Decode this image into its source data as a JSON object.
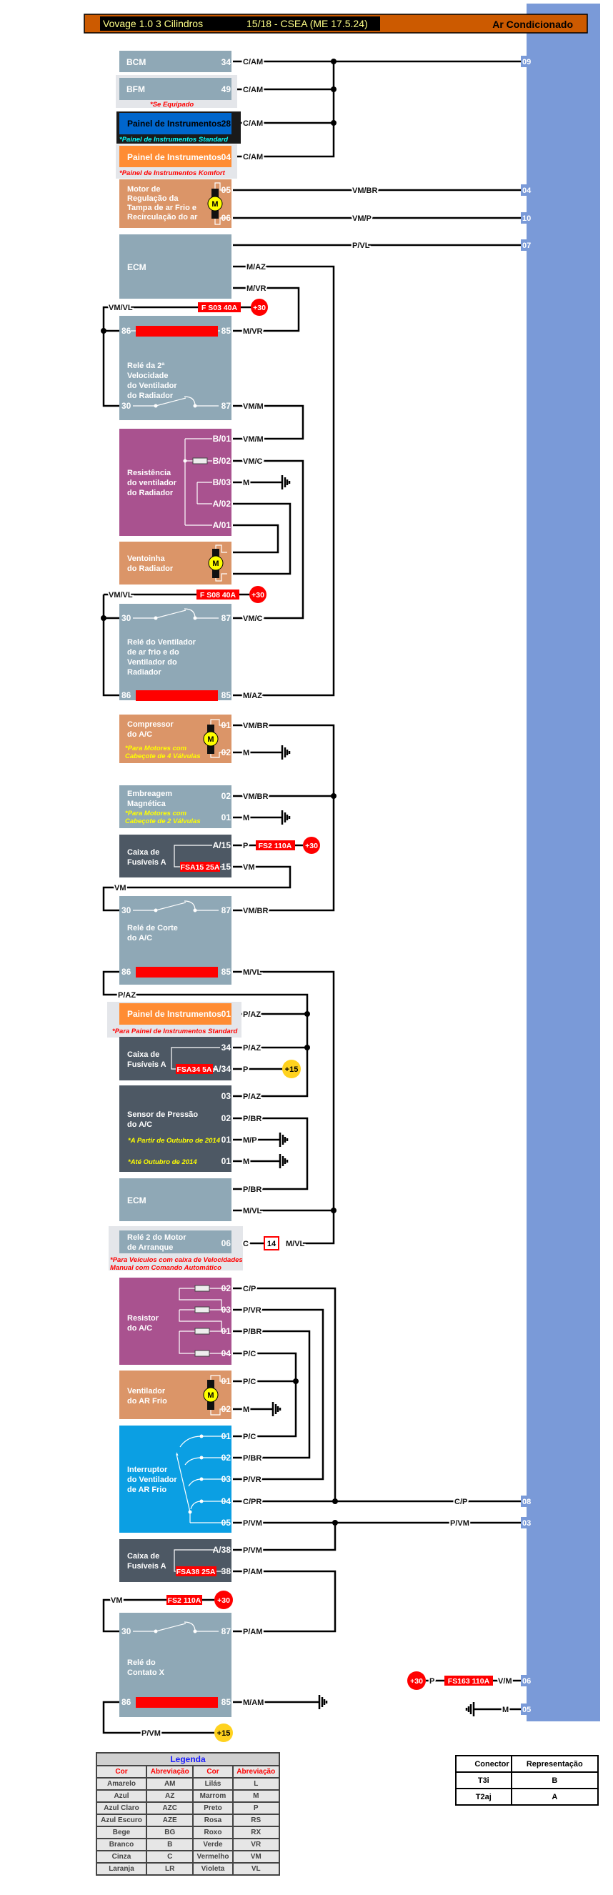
{
  "header": {
    "title": "Vovage 1.0 3 Cilindros",
    "model": "15/18 - CSEA (ME 17.5.24)",
    "system": "Ar Condicionado"
  },
  "symbols": {
    "motor": "M",
    "plus30": "+30",
    "plus15": "+15"
  },
  "colors": {
    "ecu_panel": "#7A9AD8",
    "header": "#CC5A00",
    "module_gray": "#8FA8B6",
    "orange": "#FF8C33",
    "motor": "#DB9568",
    "purple": "#A9528F",
    "dark": "#4D5864",
    "switch_blue": "#0B9FE3",
    "fuse": "#FF0000"
  },
  "ecu_panel": {
    "pins": [
      "09",
      "04",
      "10",
      "07",
      "08",
      "03",
      "06",
      "05"
    ],
    "wire_08": "C/P",
    "wire_03": "P/VM"
  },
  "bcm": {
    "name": "BCM",
    "pin": "34",
    "wire": "C/AM"
  },
  "bfm": {
    "name": "BFM",
    "pin": "49",
    "wire": "C/AM",
    "note": "*Se Equipado"
  },
  "panel_std": {
    "name": "Painel de Instrumentos",
    "pin": "28",
    "wire": "C/AM",
    "note": "*Painel de Instrumentos Standard"
  },
  "panel_komfort": {
    "name": "Painel de Instrumentos",
    "pin": "04",
    "wire": "C/AM",
    "note": "*Painel de Instrumentos Komfort"
  },
  "flap_motor": {
    "name": [
      "Motor de",
      "Regulação da",
      "Tampa de ar Frio e",
      "Recirculação do ar"
    ],
    "pins": [
      "05",
      "06"
    ],
    "wires": [
      "VM/BR",
      "VM/P"
    ]
  },
  "ecm1": {
    "name": "ECM",
    "wires": [
      "P/VL",
      "M/AZ",
      "M/VR"
    ]
  },
  "fuse_s03": {
    "wire": "VM/VL",
    "label": "F S03 40A"
  },
  "relay_2nd": {
    "name": [
      "Relé da 2ª",
      "Velocidade",
      "do Ventilador",
      "do Radiador"
    ],
    "pins": [
      "86",
      "85",
      "30",
      "87"
    ],
    "wires": [
      "M/VR",
      "VM/M"
    ]
  },
  "fan_resistor": {
    "name": [
      "Resistência",
      "do ventilador",
      "do Radiador"
    ],
    "pins": [
      "B/01",
      "B/02",
      "B/03",
      "A/02",
      "A/01"
    ],
    "wires": [
      "VM/M",
      "VM/C",
      "M"
    ]
  },
  "radiator_fan": {
    "name": [
      "Ventoinha",
      "do Radiador"
    ]
  },
  "fuse_s08": {
    "wire": "VM/VL",
    "label": "F S08 40A"
  },
  "relay_fan": {
    "name": [
      "Relé do Ventilador",
      "de ar frio e do",
      "Ventilador do",
      "Radiador"
    ],
    "pins": [
      "30",
      "87",
      "86",
      "85"
    ],
    "wires": [
      "VM/C",
      "M/AZ"
    ]
  },
  "compressor": {
    "name": [
      "Compressor",
      "do A/C"
    ],
    "note": [
      "*Para Motores com",
      "Cabeçote de 4 Válvulas"
    ],
    "pins": [
      "01",
      "02"
    ],
    "wires": [
      "VM/BR",
      "M"
    ]
  },
  "clutch": {
    "name": [
      "Embreagem",
      "Magnética"
    ],
    "note": [
      "*Para Motores com",
      "Cabeçote de 2 Válvulas"
    ],
    "pins": [
      "02",
      "01"
    ],
    "wires": [
      "VM/BR",
      "M"
    ]
  },
  "fusebox1": {
    "name": [
      "Caixa de",
      "Fusíveis A"
    ],
    "pins": [
      "A/15",
      "15"
    ],
    "inner_fuse": "FSA15 25A",
    "wires": [
      "P",
      "VM",
      "VM"
    ],
    "ext_fuse": "FS2 110A"
  },
  "relay_cut": {
    "name": [
      "Relé de Corte",
      "do A/C"
    ],
    "pins": [
      "30",
      "87",
      "86",
      "85"
    ],
    "wires": [
      "VM/BR",
      "M/VL",
      "P/AZ"
    ]
  },
  "panel_01": {
    "name": "Painel de Instrumentos",
    "pin": "01",
    "wire": "P/AZ",
    "note": "*Para Painel de Instrumentos Standard"
  },
  "fusebox2": {
    "name": [
      "Caixa de",
      "Fusíveis A"
    ],
    "pins": [
      "34",
      "A/34"
    ],
    "inner_fuse": "FSA34 5A",
    "wires": [
      "P/AZ",
      "P"
    ]
  },
  "pressure_sensor": {
    "name": [
      "Sensor de Pressão",
      "do A/C"
    ],
    "notes": [
      "*A Partir de Outubro de 2014",
      "*Até Outubro de 2014"
    ],
    "pins": [
      "03",
      "02",
      "01",
      "01"
    ],
    "wires": [
      "P/AZ",
      "P/BR",
      "M/P",
      "M"
    ]
  },
  "ecm2": {
    "name": "ECM",
    "wires": [
      "P/BR",
      "M/VL"
    ]
  },
  "starter_relay": {
    "name": [
      "Relé 2 do Motor",
      "de Arranque"
    ],
    "pin": "06",
    "wires": [
      "C",
      "M/VL"
    ],
    "connector_box": "14",
    "note": [
      "*Para Veículos com caixa de Velocidades",
      "Manual com Comando Automático"
    ]
  },
  "ac_resistor": {
    "name": [
      "Resistor",
      "do A/C"
    ],
    "pins": [
      "02",
      "03",
      "01",
      "04"
    ],
    "wires": [
      "C/P",
      "P/VR",
      "P/BR",
      "P/C"
    ]
  },
  "cold_fan": {
    "name": [
      "Ventilador",
      "do AR Frio"
    ],
    "pins": [
      "01",
      "02"
    ],
    "wires": [
      "P/C",
      "M"
    ]
  },
  "fan_switch": {
    "name": [
      "Interruptor",
      "do Ventilador",
      "de AR Frio"
    ],
    "pins": [
      "01",
      "02",
      "03",
      "04",
      "05"
    ],
    "wires": [
      "P/C",
      "P/BR",
      "P/VR",
      "C/PR",
      "P/VM"
    ]
  },
  "fusebox3": {
    "name": [
      "Caixa de",
      "Fusíveis A"
    ],
    "pins": [
      "A/38",
      "38"
    ],
    "inner_fuse": "FSA38 25A",
    "wires": [
      "P/VM",
      "P/AM"
    ]
  },
  "fuse_fs2b": {
    "wire": "VM",
    "label": "FS2 110A"
  },
  "relay_x": {
    "name": [
      "Relé do",
      "Contato X"
    ],
    "pins": [
      "30",
      "87",
      "86",
      "85"
    ],
    "wires": [
      "P/AM",
      "M/AM",
      "P/VM"
    ]
  },
  "supply": {
    "wire_in": "P",
    "fuse": "FS163 110A",
    "wire_out": "V/M",
    "ground_wire": "M"
  },
  "legend": {
    "title": "Legenda",
    "headers": [
      "Cor",
      "Abreviação",
      "Cor",
      "Abreviação"
    ],
    "rows": [
      [
        "Amarelo",
        "AM",
        "Lilás",
        "L"
      ],
      [
        "Azul",
        "AZ",
        "Marrom",
        "M"
      ],
      [
        "Azul Claro",
        "AZC",
        "Preto",
        "P"
      ],
      [
        "Azul Escuro",
        "AZE",
        "Rosa",
        "RS"
      ],
      [
        "Bege",
        "BG",
        "Roxo",
        "RX"
      ],
      [
        "Branco",
        "B",
        "Verde",
        "VR"
      ],
      [
        "Cinza",
        "C",
        "Vermelho",
        "VM"
      ],
      [
        "Laranja",
        "LR",
        "Violeta",
        "VL"
      ]
    ]
  },
  "connectors": {
    "headers": [
      "Conector",
      "Representação"
    ],
    "rows": [
      [
        "T3i",
        "B"
      ],
      [
        "T2aj",
        "A"
      ]
    ]
  }
}
